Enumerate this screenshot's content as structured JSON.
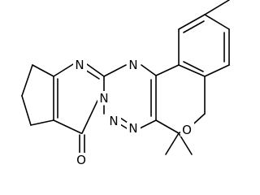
{
  "molecule": {
    "atom_labels": {
      "n_top_left": "N",
      "n_top_right": "N",
      "n_bridge": "N",
      "n_bottom": "N",
      "n_bottom_right": "N",
      "o_ring": "O",
      "o_carbonyl": "O"
    }
  }
}
